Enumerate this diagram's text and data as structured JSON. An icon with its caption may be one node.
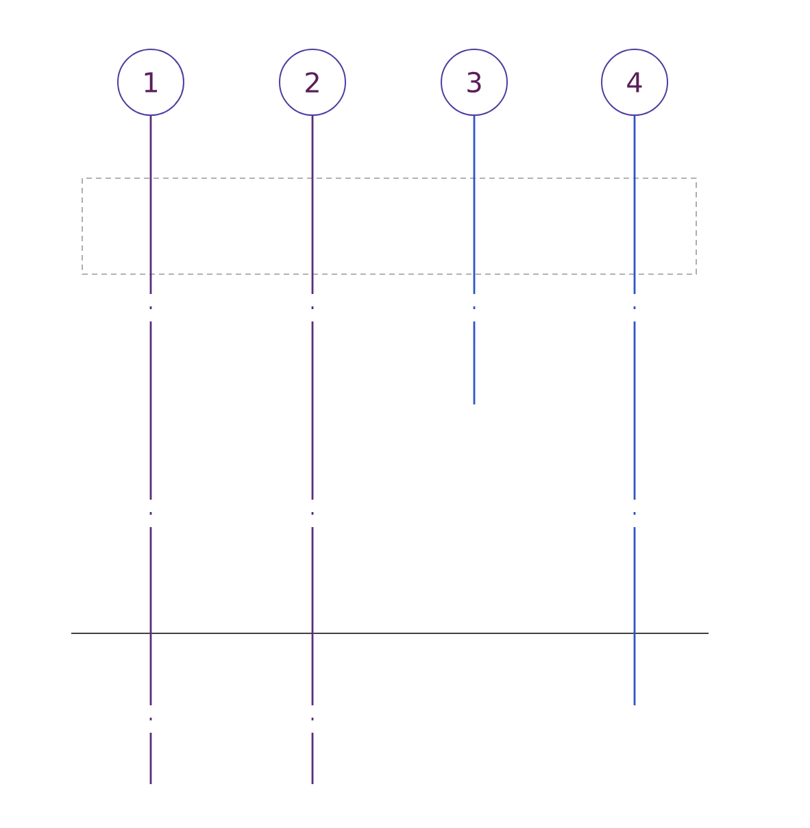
{
  "diagram": {
    "nodes": [
      {
        "text": [
          "1"
        ]
      },
      {
        "text": [
          "2"
        ]
      },
      {
        "text": [
          "3"
        ]
      },
      {
        "text": [
          "4"
        ]
      }
    ],
    "edges": [
      {
        "from": 0,
        "to": null,
        "arrow": "none",
        "color": "#5b2d7a"
      },
      {
        "from": 1,
        "to": null,
        "arrow": "none",
        "color": "#5b2d7a"
      },
      {
        "from": 2,
        "to": null,
        "arrow": "none",
        "color": "#2d55c8"
      },
      {
        "from": 3,
        "to": null,
        "arrow": "none",
        "color": "#2d55c8"
      }
    ]
  }
}
